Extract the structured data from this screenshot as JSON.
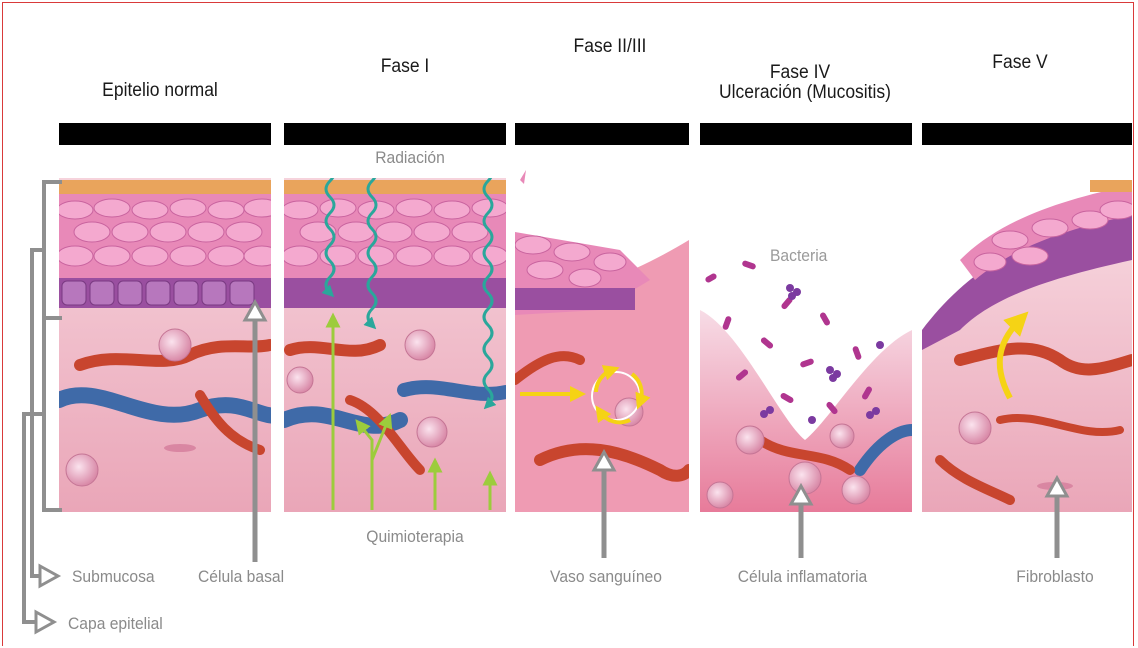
{
  "phases": {
    "normal": "Epitelio normal",
    "fase1": "Fase I",
    "fase23": "Fase II/III",
    "fase4_line1": "Fase IV",
    "fase4_line2": "Ulceración (Mucositis)",
    "fase5": "Fase V"
  },
  "annotations": {
    "radiacion": "Radiación",
    "quimioterapia": "Quimioterapia",
    "bacteria": "Bacteria"
  },
  "labels": {
    "submucosa": "Submucosa",
    "capa_epitelial": "Capa epitelial",
    "celula_basal": "Célula basal",
    "vaso_sanguineo": "Vaso sanguíneo",
    "celula_inflamatoria": "Célula inflamatoria",
    "fibroblasto": "Fibroblasto"
  },
  "colors": {
    "epithelium": "#e889b8",
    "epithelium_dark": "#b8579a",
    "basal": "#9a4fa0",
    "keratin": "#e9a45c",
    "submucosa": "#f2c2cf",
    "vessel_red": "#c8452e",
    "vessel_blue": "#3f6aa8",
    "radiation": "#2aa79b",
    "chemo": "#9ccc3c",
    "bacteria": "#8e2f8c",
    "arrow_yellow": "#f5d315",
    "pointer_grey": "#8f8f8f"
  }
}
